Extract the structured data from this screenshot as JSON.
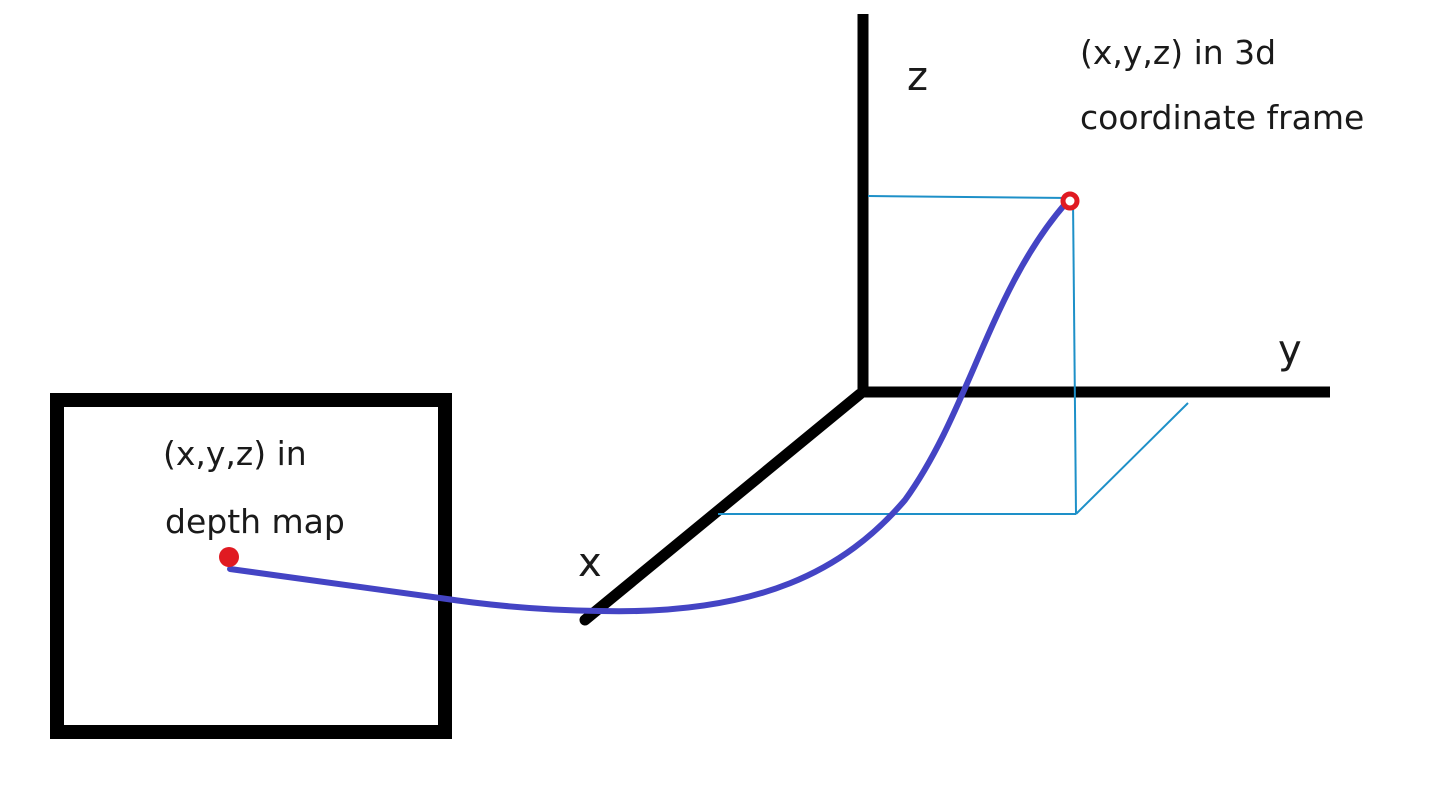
{
  "labels": {
    "axis_z": "z",
    "axis_y": "y",
    "axis_x": "x",
    "point_3d_line1": "(x,y,z) in 3d",
    "point_3d_line2": "coordinate frame",
    "depth_map_line1": "(x,y,z) in",
    "depth_map_line2": "depth map"
  },
  "colors": {
    "axes": "#000000",
    "projection": "#1e90c8",
    "mapping_curve": "#4444c4",
    "point": "#e01a22"
  }
}
